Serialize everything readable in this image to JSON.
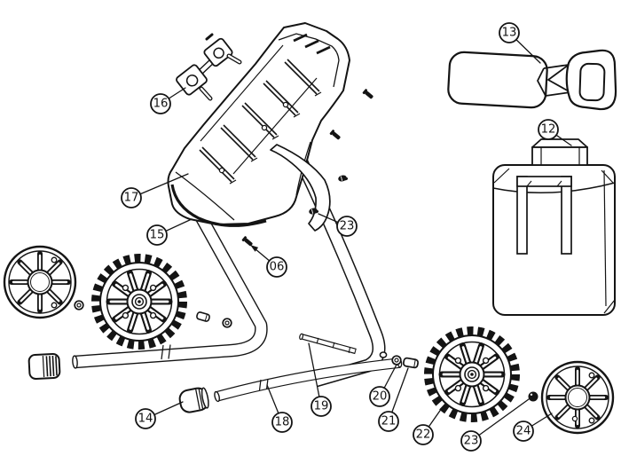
{
  "diagram": {
    "callouts": [
      {
        "num": "16"
      },
      {
        "num": "17"
      },
      {
        "num": "15"
      },
      {
        "num": "06"
      },
      {
        "num": "23"
      },
      {
        "num": "13"
      },
      {
        "num": "12"
      },
      {
        "num": "14"
      },
      {
        "num": "18"
      },
      {
        "num": "19"
      },
      {
        "num": "20"
      },
      {
        "num": "21"
      },
      {
        "num": "22"
      },
      {
        "num": "23"
      },
      {
        "num": "24"
      }
    ],
    "colors": {
      "line": "#141414",
      "background": "#ffffff"
    }
  }
}
